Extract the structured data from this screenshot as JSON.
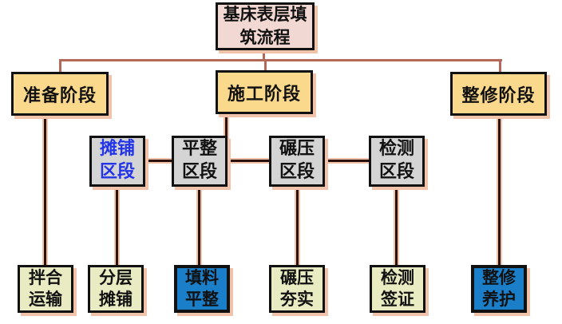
{
  "title": {
    "label": "基床表层填筑流程",
    "display": "基床表层填\n筑流程"
  },
  "stages": [
    {
      "id": "prepare",
      "label": "准备阶段"
    },
    {
      "id": "construction",
      "label": "施工阶段"
    },
    {
      "id": "refinish",
      "label": "整修阶段"
    }
  ],
  "sections": [
    {
      "id": "paving",
      "label": "摊铺\n区段",
      "text_style": "blue"
    },
    {
      "id": "leveling",
      "label": "平整\n区段",
      "text_style": "black"
    },
    {
      "id": "rolling",
      "label": "碾压\n区段",
      "text_style": "black"
    },
    {
      "id": "inspection",
      "label": "检测\n区段",
      "text_style": "black"
    }
  ],
  "steps": [
    {
      "id": "mix-transport",
      "label": "拌合\n运输",
      "style": "plain"
    },
    {
      "id": "layered-paving",
      "label": "分层\n摊铺",
      "style": "plain"
    },
    {
      "id": "fill-leveling",
      "label": "填料\n平整",
      "style": "highlight"
    },
    {
      "id": "rolling-compaction",
      "label": "碾压\n夯实",
      "style": "plain"
    },
    {
      "id": "inspection-visa",
      "label": "检测\n签证",
      "style": "plain"
    },
    {
      "id": "repair-curing",
      "label": "整修\n养护",
      "style": "highlight"
    }
  ],
  "colors": {
    "title_fill": "#f2d8d2",
    "stage_fill": "#fbd98c",
    "section_fill": "#d4d4d4",
    "step_fill": "#e9ebc3",
    "highlight_fill": "#1b7ec9",
    "blue_text": "#2233e8",
    "border": "#111111",
    "shadow": "#f1c3ab",
    "tree_line": "#b4685a",
    "connector_core": "#2b120c"
  }
}
